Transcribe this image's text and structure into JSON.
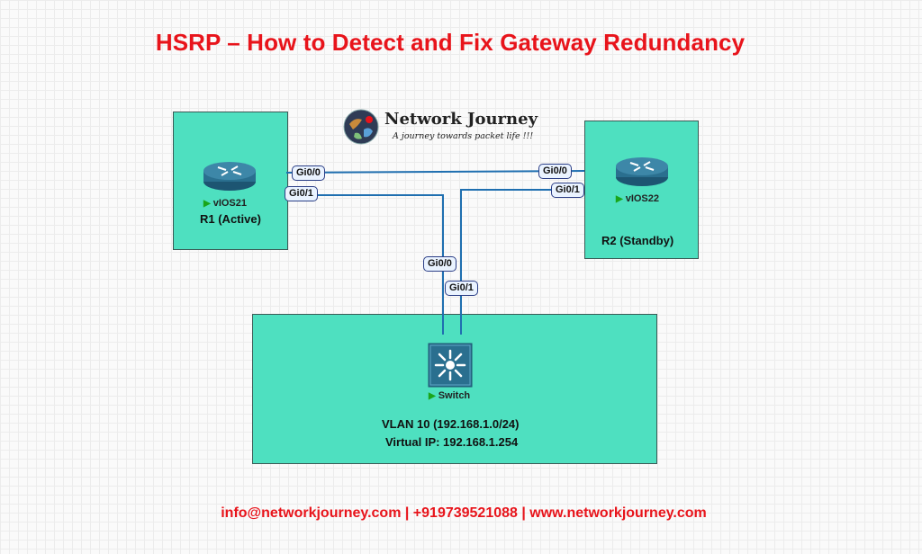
{
  "title": "HSRP – How to Detect and Fix Gateway Redundancy",
  "logo": {
    "name": "Network Journey",
    "tagline": "A journey towards packet life !!!"
  },
  "r1": {
    "device": "vIOS21",
    "role": "R1 (Active)"
  },
  "r2": {
    "device": "vIOS22",
    "role": "R2 (Standby)"
  },
  "switch": {
    "device": "Switch",
    "vlan": "VLAN 10 (192.168.1.0/24)",
    "virtual_ip": "Virtual IP: 192.168.1.254"
  },
  "ports": {
    "r1_gi00": "Gi0/0",
    "r1_gi01": "Gi0/1",
    "r2_gi00": "Gi0/0",
    "r2_gi01": "Gi0/1",
    "sw_gi00": "Gi0/0",
    "sw_gi01": "Gi0/1"
  },
  "contact": "info@networkjourney.com | +919739521088 | www.networkjourney.com",
  "colors": {
    "title": "#e8141b",
    "box_fill": "#4ee0c0",
    "link": "#1f6fb0",
    "router": "#2a6f8f"
  }
}
